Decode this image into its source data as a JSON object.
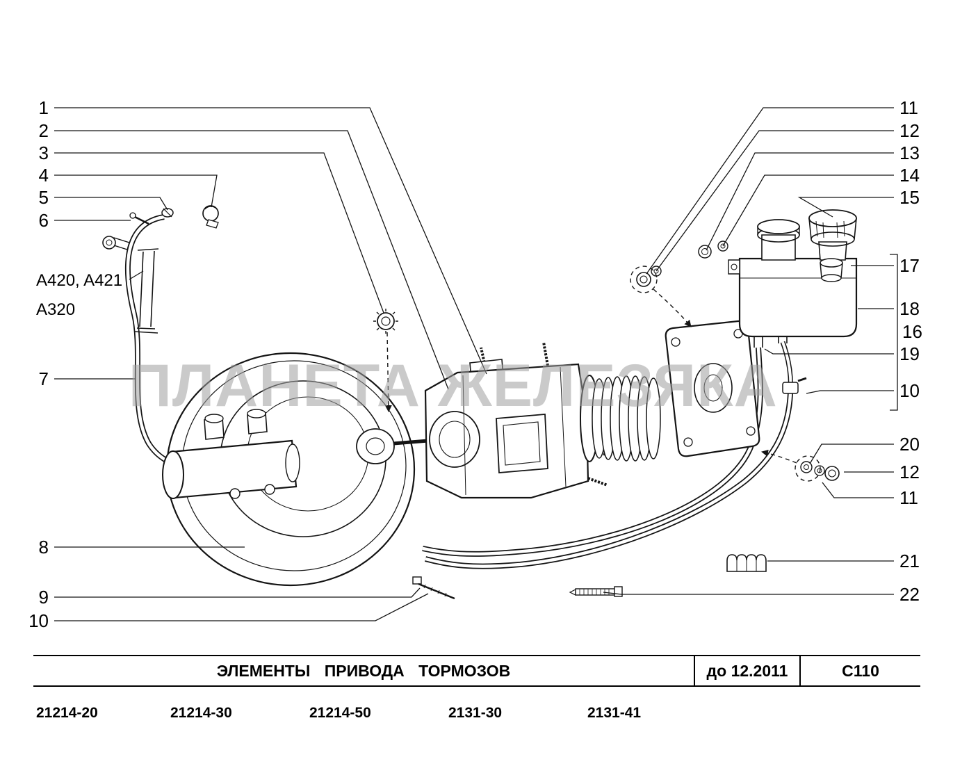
{
  "watermark": "ПЛАНЕТА ЖЕЛЕЗЯКА",
  "callouts": {
    "left": [
      {
        "label": "1"
      },
      {
        "label": "2"
      },
      {
        "label": "3"
      },
      {
        "label": "4"
      },
      {
        "label": "5"
      },
      {
        "label": "6"
      },
      {
        "label": "A420, A421"
      },
      {
        "label": "A320"
      },
      {
        "label": "7"
      },
      {
        "label": "8"
      },
      {
        "label": "9"
      },
      {
        "label": "10"
      }
    ],
    "right": [
      {
        "label": "11"
      },
      {
        "label": "12"
      },
      {
        "label": "13"
      },
      {
        "label": "14"
      },
      {
        "label": "15"
      },
      {
        "label": "17"
      },
      {
        "label": "18"
      },
      {
        "label": "16"
      },
      {
        "label": "19"
      },
      {
        "label": "10"
      },
      {
        "label": "20"
      },
      {
        "label": "12"
      },
      {
        "label": "11"
      },
      {
        "label": "21"
      },
      {
        "label": "22"
      }
    ]
  },
  "footer": {
    "title": "ЭЛЕМЕНТЫ ПРИВОДА ТОРМОЗОВ",
    "valid_until": "до 12.2011",
    "sheet_code": "C110",
    "models": [
      {
        "code": "21214-20"
      },
      {
        "code": "21214-30"
      },
      {
        "code": "21214-50"
      },
      {
        "code": "2131-30"
      },
      {
        "code": "2131-41"
      }
    ]
  }
}
